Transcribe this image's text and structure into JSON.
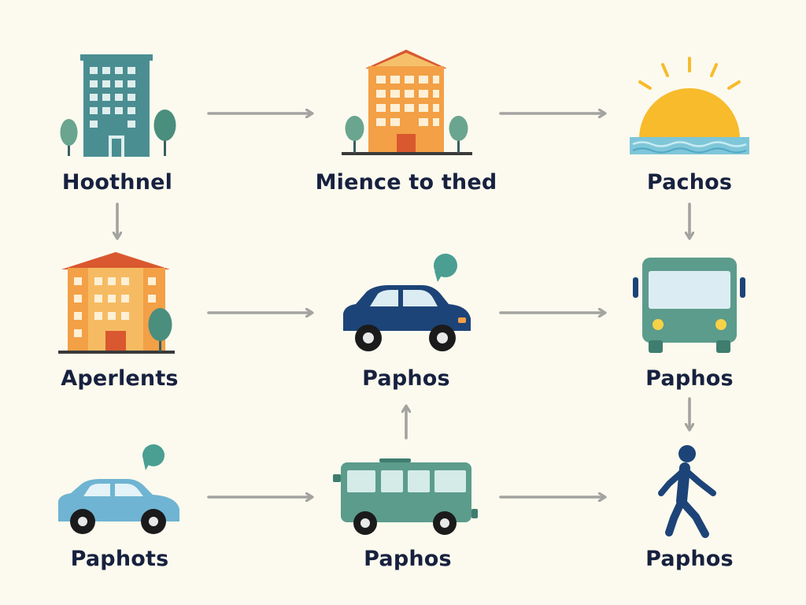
{
  "nodes": {
    "hotel": {
      "label": "Hoothnel",
      "icon": "hotel-building-icon"
    },
    "office": {
      "label": "Mience to thed",
      "icon": "office-building-icon"
    },
    "beach": {
      "label": "Pachos",
      "icon": "sunset-sea-icon"
    },
    "apartments": {
      "label": "Aperlents",
      "icon": "apartment-building-icon"
    },
    "car": {
      "label": "Paphos",
      "icon": "car-icon"
    },
    "bus_top": {
      "label": "Paphos",
      "icon": "bus-front-icon"
    },
    "small_car": {
      "label": "Paphots",
      "icon": "car-icon"
    },
    "bus_side": {
      "label": "Paphos",
      "icon": "bus-side-icon"
    },
    "walker": {
      "label": "Paphos",
      "icon": "walking-person-icon"
    }
  },
  "colors": {
    "background": "#fcfaee",
    "text": "#17213f",
    "arrow": "#a3a3a0",
    "teal": "#4a8e92",
    "orange": "#f3a046",
    "roof": "#d9582f",
    "navy": "#1d4478",
    "sky_blue": "#6fb4d2",
    "bus_green": "#5c9c8c",
    "sun": "#f7bb2c",
    "water": "#7fc6d9",
    "tree": "#6aa58f"
  }
}
